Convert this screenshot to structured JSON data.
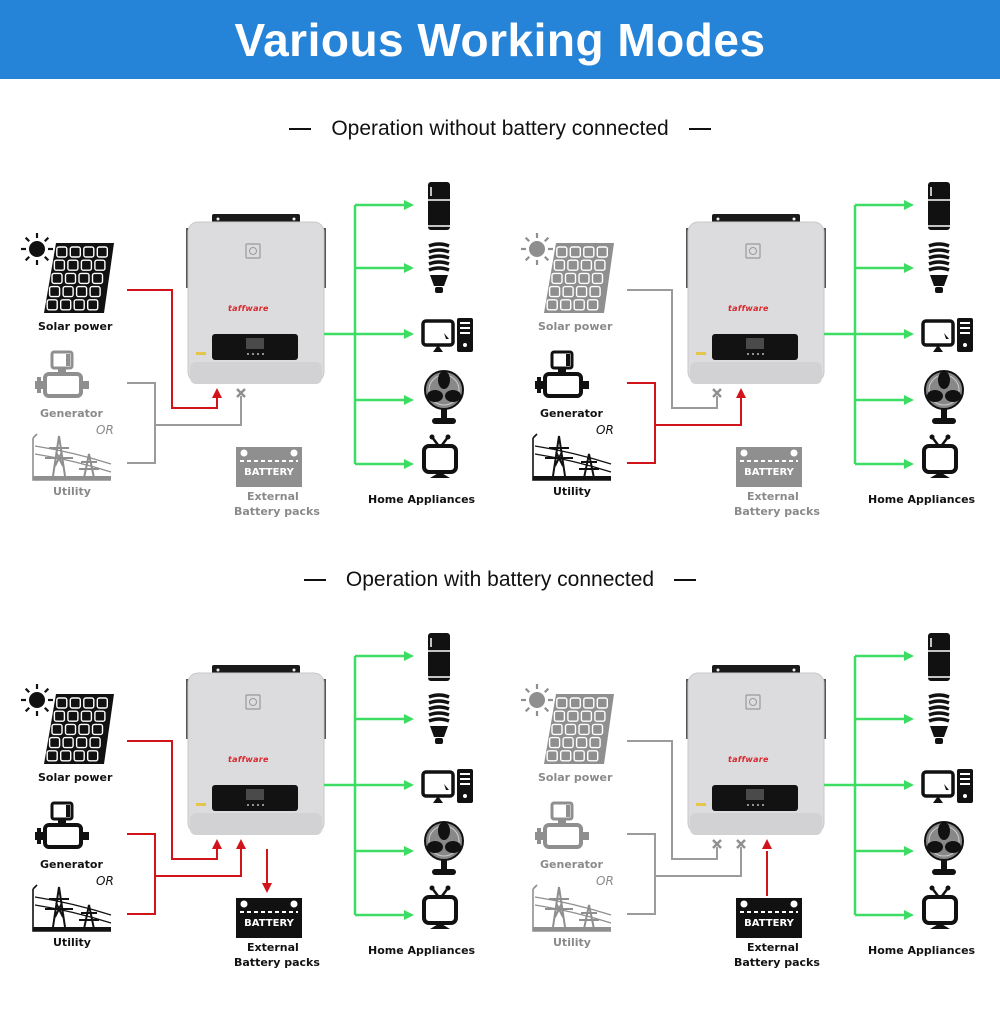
{
  "header": {
    "title": "Various Working Modes",
    "color": "#2583d8"
  },
  "sections": [
    {
      "title": "Operation without battery connected"
    },
    {
      "title": "Operation with battery connected"
    }
  ],
  "labels": {
    "solar": "Solar power",
    "generator": "Generator",
    "or": "OR",
    "utility": "Utility",
    "battery_badge": "BATTERY",
    "battery_line1": "External",
    "battery_line2": "Battery packs",
    "appliances": "Home Appliances",
    "brand": "taffware"
  },
  "colors": {
    "active_line": "#d0141a",
    "inactive_line": "#9b9b9b",
    "output_line": "#3ddc62",
    "active_icon": "#111111",
    "inactive_icon": "#8f8f8f"
  },
  "appliances": [
    "refrigerator",
    "light-bulb",
    "desktop-computer",
    "electric-fan",
    "television"
  ],
  "panels": [
    {
      "id": "no-battery-solar",
      "section": 0,
      "solar_active": true,
      "grid_active": false,
      "battery_active": false,
      "battery_direction": "none",
      "solar_input": "arrow",
      "grid_input": "blocked"
    },
    {
      "id": "no-battery-grid",
      "section": 0,
      "solar_active": false,
      "grid_active": true,
      "battery_active": false,
      "battery_direction": "none",
      "solar_input": "blocked",
      "grid_input": "arrow"
    },
    {
      "id": "battery-solar-grid-charging",
      "section": 1,
      "solar_active": true,
      "grid_active": true,
      "battery_active": true,
      "battery_direction": "charge",
      "solar_input": "arrow",
      "grid_input": "arrow"
    },
    {
      "id": "battery-discharge-only",
      "section": 1,
      "solar_active": false,
      "grid_active": false,
      "battery_active": true,
      "battery_direction": "discharge",
      "solar_input": "blocked",
      "grid_input": "blocked"
    }
  ]
}
